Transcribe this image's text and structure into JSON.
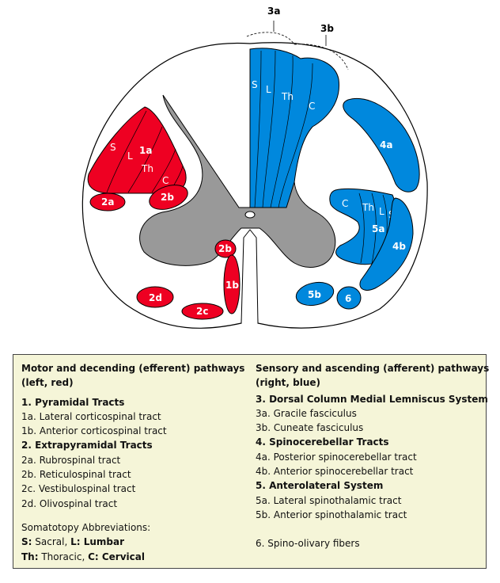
{
  "top_labels": {
    "a3": "3a",
    "b3": "3b"
  },
  "tract_labels": {
    "S_left": "S",
    "L_left": "L",
    "Th_left": "Th",
    "C_left": "C",
    "S_dc": "S",
    "L_dc": "L",
    "Th_dc": "Th",
    "C_dc": "C",
    "C_st": "C",
    "Th_st": "Th",
    "L_st": "L",
    "S_st": "S",
    "t1a": "1a",
    "t1b": "1b",
    "t2a": "2a",
    "t2b_upper": "2b",
    "t2b_lower": "2b",
    "t2c": "2c",
    "t2d": "2d",
    "t4a": "4a",
    "t4b": "4b",
    "t5a": "5a",
    "t5b": "5b",
    "t6": "6"
  },
  "legend": {
    "motor_title_1": "Motor and decending (efferent) pathways",
    "motor_title_2": "(left, red)",
    "pyramidal": "1. Pyramidal Tracts",
    "p1a": "1a. Lateral corticospinal tract",
    "p1b": "1b. Anterior corticospinal tract",
    "extrapyramidal": "2. Extrapyramidal Tracts",
    "e2a": "2a. Rubrospinal tract",
    "e2b": "2b. Reticulospinal tract",
    "e2c": "2c. Vestibulospinal tract",
    "e2d": "2d. Olivospinal tract",
    "abbr_title": "Somatotopy Abbreviations:",
    "abbr_s": "S:",
    "abbr_s_text": " Sacral, ",
    "abbr_l": "L: Lumbar",
    "abbr_th": "Th:",
    "abbr_th_text": " Thoracic, ",
    "abbr_c": "C: Cervical",
    "sensory_title_1": "Sensory and ascending (afferent) pathways",
    "sensory_title_2": "(right, blue)",
    "dcml": "3. Dorsal Column Medial Lemniscus System",
    "d3a": "3a. Gracile fasciculus",
    "d3b": "3b. Cuneate fasciculus",
    "spinocerebellar": "4. Spinocerebellar Tracts",
    "s4a": "4a. Posterior spinocerebellar tract",
    "s4b": "4b. Anterior spinocerebellar tract",
    "anterolateral": "5. Anterolateral System",
    "a5a": "5a. Lateral spinothalamic tract",
    "a5b": "5b. Anterior spinothalamic tract",
    "f6": "6. Spino-olivary fibers"
  },
  "colors": {
    "red": "#ee0022",
    "blue": "#0088dd",
    "gray": "#999999",
    "legend_bg": "#f5f5d8"
  }
}
